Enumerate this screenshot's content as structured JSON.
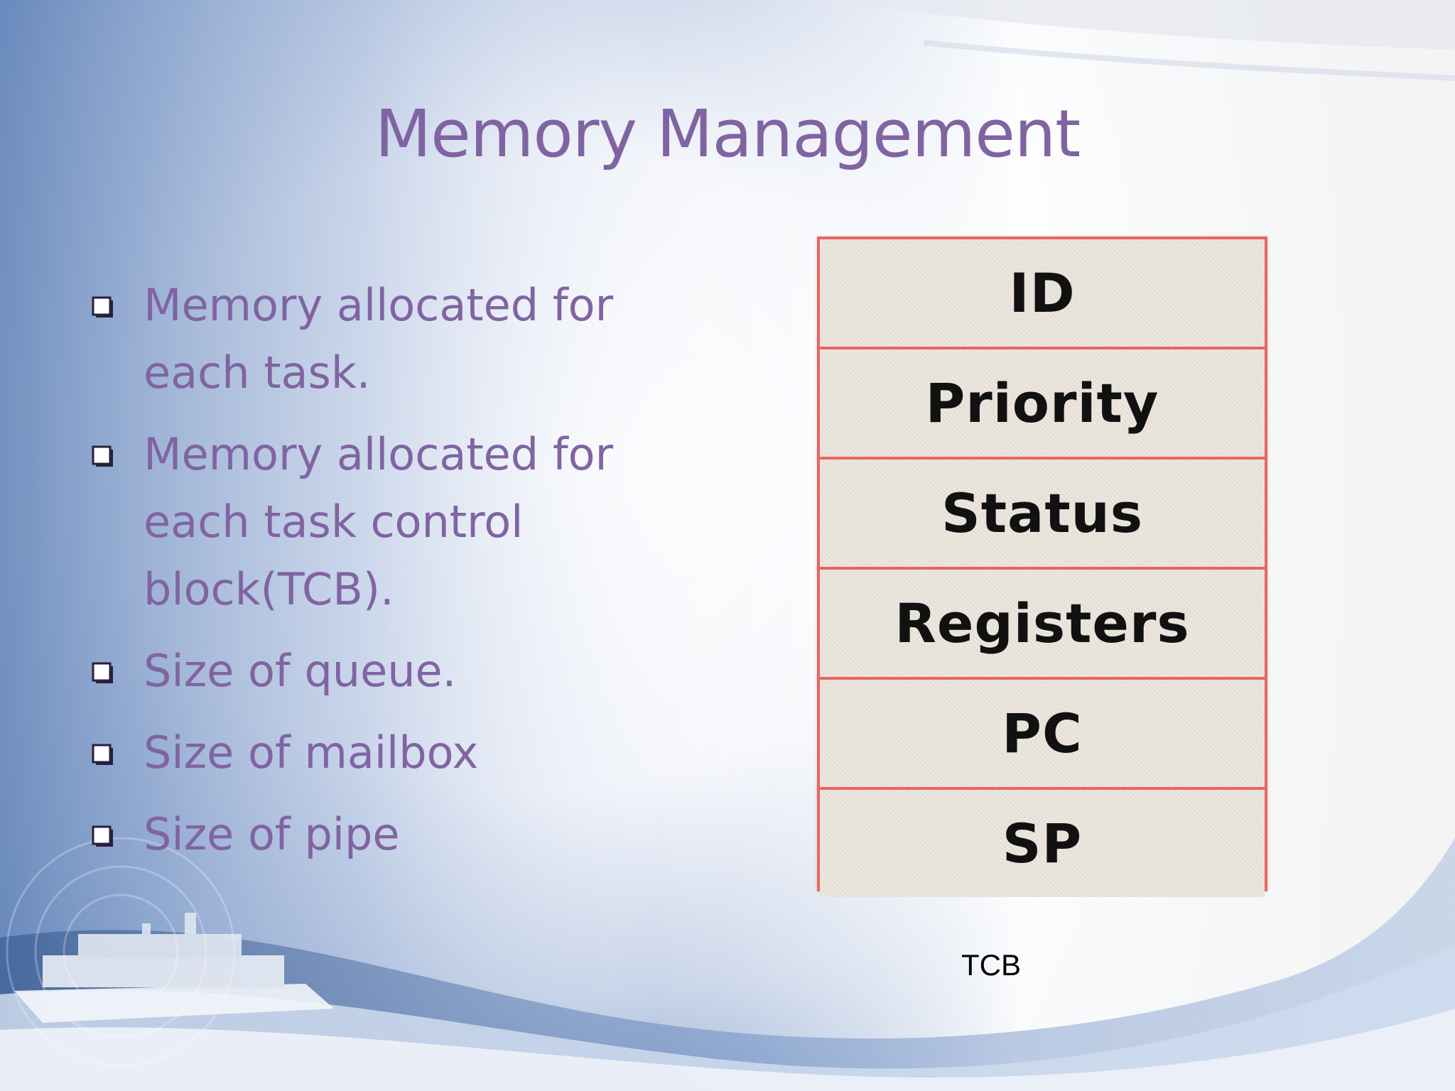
{
  "slide": {
    "title": "Memory Management",
    "bullets": [
      "Memory allocated for each task.",
      "Memory allocated for each task control block(TCB).",
      "Size of queue.",
      "Size of mailbox",
      "Size of pipe"
    ],
    "bullet_icon": "hollow-square-bullet",
    "tcb_fields": [
      "ID",
      "Priority",
      "Status",
      "Registers",
      "PC",
      "SP"
    ],
    "tcb_caption": "TCB"
  },
  "colors": {
    "title": "#8064a2",
    "bullet_text": "#8064a2",
    "tcb_border": "#e8665e",
    "tcb_fill": "#ece7df",
    "background_accent": "#4a6fa8"
  }
}
